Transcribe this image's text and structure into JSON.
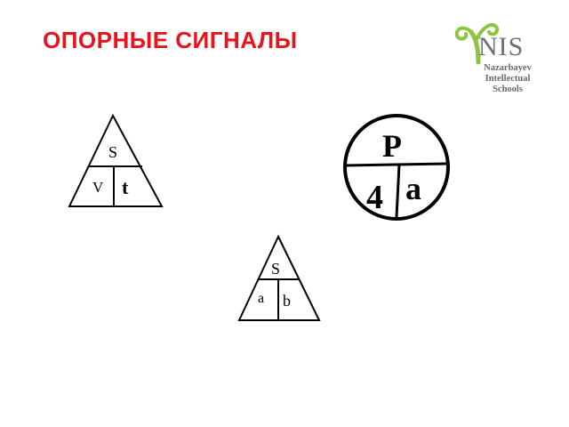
{
  "title": "ОПОРНЫЕ СИГНАЛЫ",
  "logo": {
    "mark": "NIS",
    "line1": "Nazarbayev",
    "line2": "Intellectual",
    "line3": "Schools",
    "sprout_color": "#8cc63f"
  },
  "accent_color": "#e8141b",
  "triangle_distance": {
    "top": "S",
    "left": "V",
    "right": "t"
  },
  "circle_perimeter": {
    "top": "P",
    "left": "4",
    "right": "a"
  },
  "triangle_area": {
    "top": "S",
    "left": "a",
    "right": "b"
  }
}
